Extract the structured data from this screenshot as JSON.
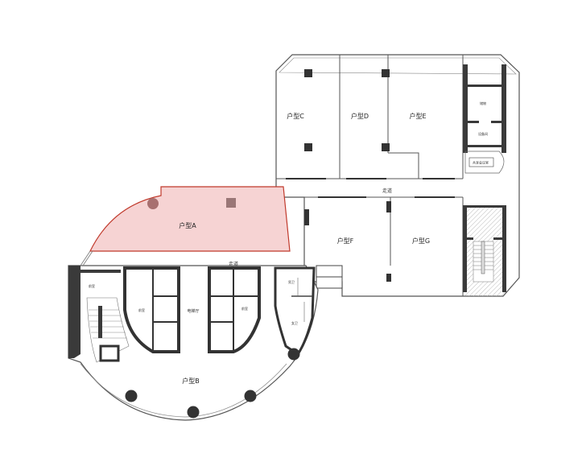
{
  "plan": {
    "units": {
      "A": "户型A",
      "B": "户型B",
      "C": "户型C",
      "D": "户型D",
      "E": "户型E",
      "F": "户型F",
      "G": "户型G"
    },
    "corridor_upper": "走道",
    "corridor_lower": "走道",
    "elevator_hall": "电梯厅",
    "male_wc": "男卫",
    "female_wc": "女卫",
    "meeting_room": "共享会议室",
    "colors": {
      "highlight_fill": "#f6d3d3",
      "highlight_stroke": "#c0392b",
      "wall": "#3a3a3a",
      "hatch": "#bbbbbb"
    }
  }
}
